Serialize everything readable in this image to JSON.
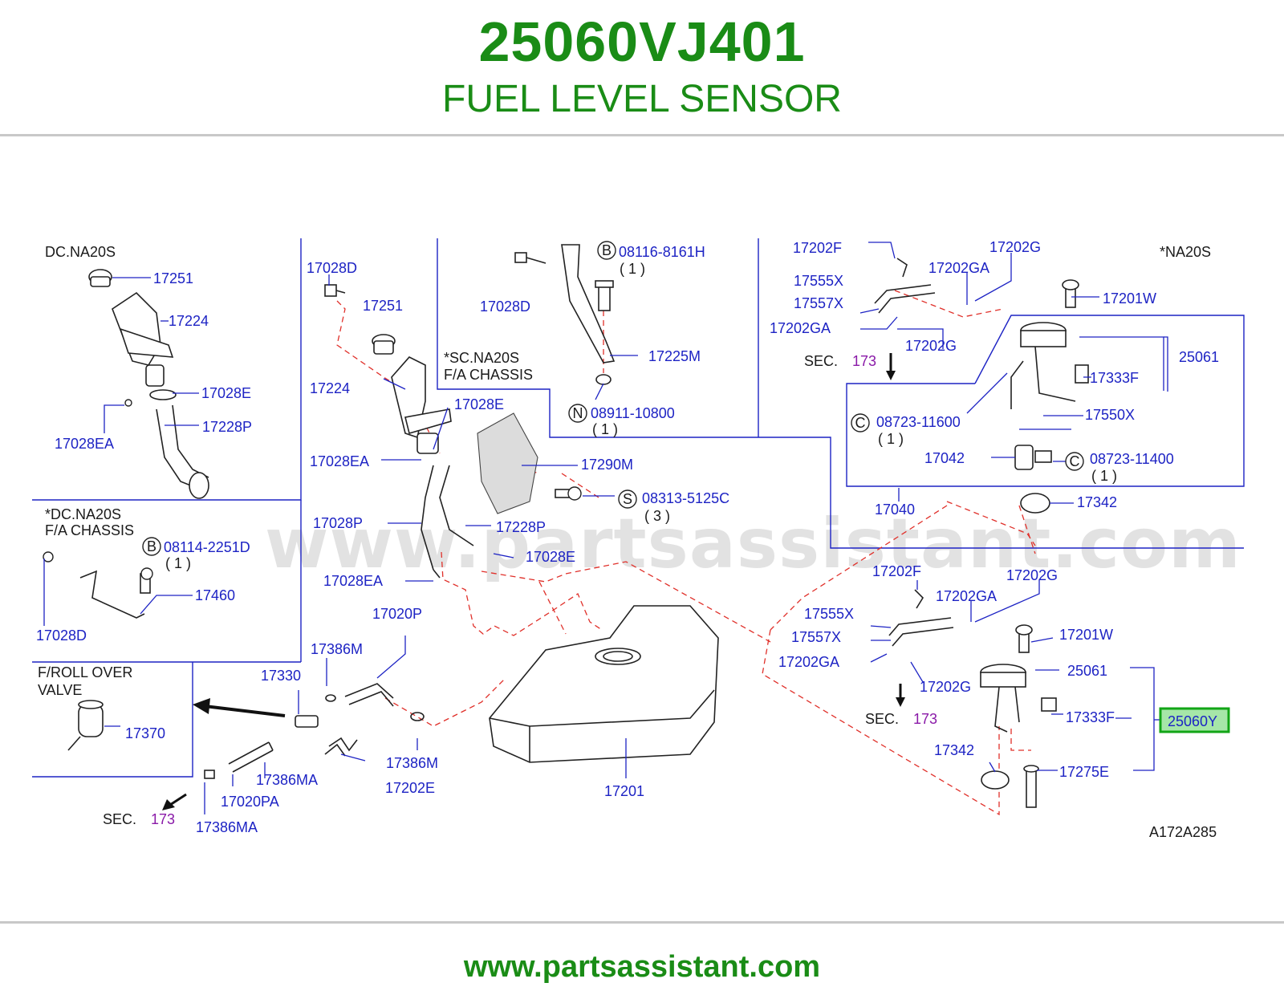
{
  "header": {
    "part_number": "25060VJ401",
    "part_name": "FUEL LEVEL SENSOR"
  },
  "watermark": "www.partsassistant.com",
  "footer": {
    "url": "www.partsassistant.com"
  },
  "diagram_code": "A172A285",
  "section_labels": {
    "dc_na20s": "DC.NA20S",
    "dc_na20s_fa_chassis_1": "*DC.NA20S",
    "dc_na20s_fa_chassis_2": "F/A   CHASSIS",
    "sc_na20s_1": "*SC.NA20S",
    "sc_na20s_2": "F/A   CHASSIS",
    "na20s": "*NA20S",
    "froll_1": "F/ROLL   OVER",
    "froll_2": "VALVE"
  },
  "sec_refs": {
    "text": "SEC.",
    "num": "173"
  },
  "circle_letters": {
    "b": "B",
    "n": "N",
    "s": "S",
    "c": "C"
  },
  "highlighted_part": "25060Y",
  "parts": {
    "p17251": "17251",
    "p17224": "17224",
    "p17028E": "17028E",
    "p17228P": "17228P",
    "p17028EA": "17028EA",
    "p17028D": "17028D",
    "p17028P": "17028P",
    "p17290M": "17290M",
    "p17225M": "17225M",
    "p08116": "08116-8161H",
    "p08911": "08911-10800",
    "p08313": "08313-5125C",
    "p08114": "08114-2251D",
    "p17460": "17460",
    "p17020P": "17020P",
    "p17386M": "17386M",
    "p17330": "17330",
    "p17370": "17370",
    "p17386MA": "17386MA",
    "p17020PA": "17020PA",
    "p17202E": "17202E",
    "p17201": "17201",
    "p17202F": "17202F",
    "p17202G": "17202G",
    "p17202GA": "17202GA",
    "p17555X": "17555X",
    "p17557X": "17557X",
    "p17201W": "17201W",
    "p25061": "25061",
    "p17333F": "17333F",
    "p17550X": "17550X",
    "p08723_11600": "08723-11600",
    "p08723_11400": "08723-11400",
    "p17042": "17042",
    "p17040": "17040",
    "p17342": "17342",
    "p17275E": "17275E"
  },
  "quantities": {
    "q1": "(  1  )",
    "q3": "(  3  )"
  }
}
